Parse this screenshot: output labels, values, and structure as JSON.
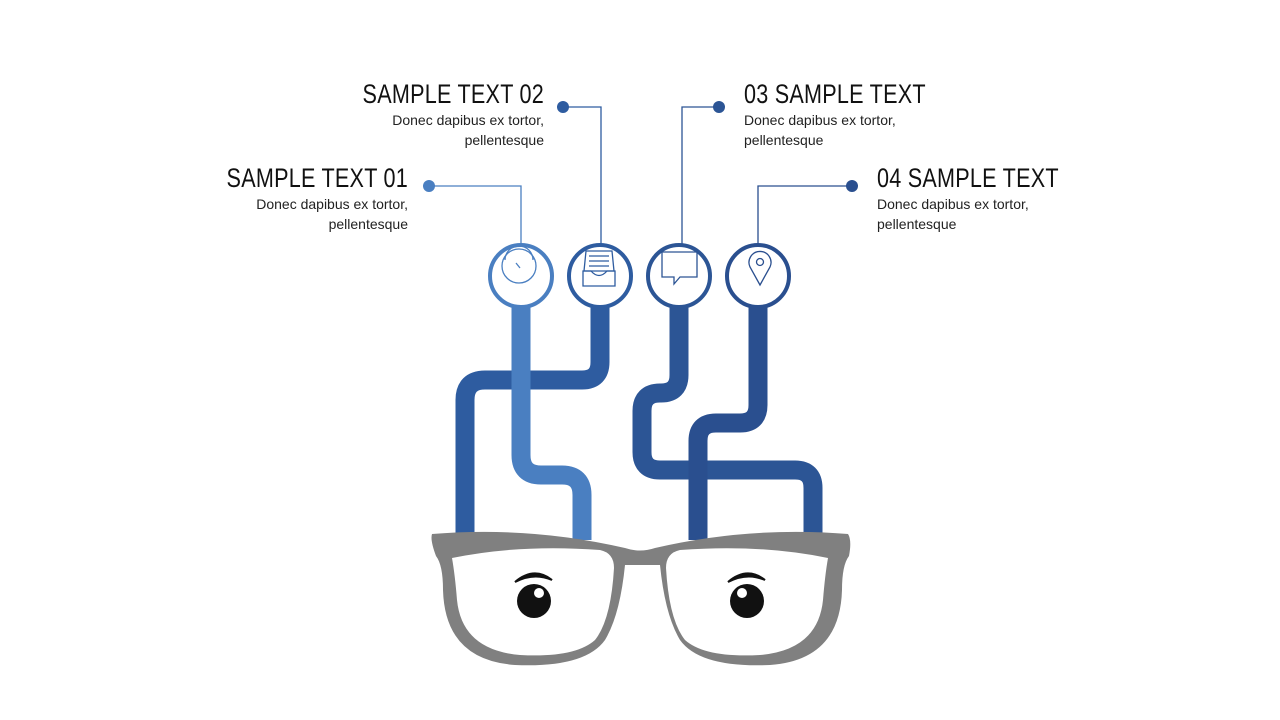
{
  "items": [
    {
      "title": "SAMPLE TEXT 01",
      "desc1": "Donec dapibus ex tortor,",
      "desc2": "pellentesque",
      "icon": "speedometer-icon",
      "color": "#4a7fc1"
    },
    {
      "title": "SAMPLE TEXT 02",
      "desc1": "Donec dapibus ex tortor,",
      "desc2": "pellentesque",
      "icon": "inbox-tray-icon",
      "color": "#2e5ca0"
    },
    {
      "title": "03 SAMPLE TEXT",
      "desc1": "Donec dapibus ex tortor,",
      "desc2": "pellentesque",
      "icon": "chat-bubble-icon",
      "color": "#2c5595"
    },
    {
      "title": "04 SAMPLE TEXT",
      "desc1": "Donec dapibus ex tortor,",
      "desc2": "pellentesque",
      "icon": "location-pin-icon",
      "color": "#2a4f8f"
    }
  ],
  "glasses_color": "#808080"
}
